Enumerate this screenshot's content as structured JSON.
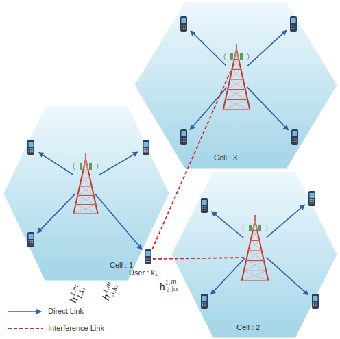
{
  "diagram": {
    "nodes": [
      {
        "text": [
          "Cell : 1"
        ]
      },
      {
        "text": [
          "Cell : 3"
        ]
      },
      {
        "text": [
          "Cell : 2"
        ]
      }
    ],
    "labels": [
      "h",
      "1,m",
      "1,k₁",
      "h",
      "1,m",
      "3,k₁",
      "h",
      "1,m",
      "2,k₁",
      "User : k₁"
    ],
    "legend": [
      {
        "text": "Direct Link"
      },
      {
        "text": "Interference Link"
      }
    ]
  }
}
